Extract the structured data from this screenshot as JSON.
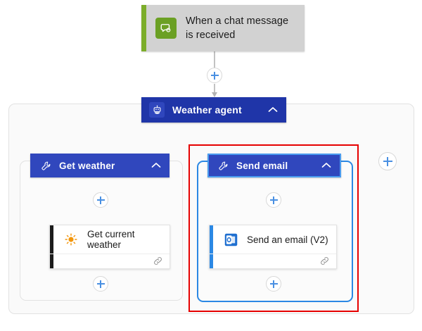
{
  "canvas": {
    "background": "#ffffff",
    "colors": {
      "trigger_accent": "#7cad2a",
      "trigger_card": "#d2d2d2",
      "agent_blue": "#1f35a8",
      "tool_blue": "#3047bd",
      "selection_blue": "#2b88e4",
      "annotation_red": "#e60000",
      "plus_blue": "#4a90e2",
      "sun_orange": "#f2960c",
      "outlook_blue": "#1f6fd0"
    }
  },
  "trigger": {
    "title": "When a chat message is received",
    "icon": "teams-chat-icon",
    "line1": "When a chat message",
    "line2": "is received"
  },
  "agent": {
    "label": "Weather agent",
    "icon": "robot-icon",
    "collapse_icon": "chevron-up-icon"
  },
  "tools": [
    {
      "label": "Get weather",
      "icon": "wrench-icon",
      "collapse_icon": "chevron-up-icon",
      "selected": false,
      "action": {
        "label": "Get current weather",
        "icon": "sun-icon",
        "footer_icon": "connection-link-icon",
        "accent": "#1b1b1b"
      }
    },
    {
      "label": "Send email",
      "icon": "wrench-icon",
      "collapse_icon": "chevron-up-icon",
      "selected": true,
      "action": {
        "label": "Send an email (V2)",
        "icon": "outlook-icon",
        "footer_icon": "connection-link-icon",
        "accent": "#2b88e4"
      }
    }
  ],
  "add_buttons": [
    {
      "name": "add-step-after-trigger",
      "label": "+"
    },
    {
      "name": "add-step-in-get-weather",
      "label": "+"
    },
    {
      "name": "add-step-after-get-current-weather",
      "label": "+"
    },
    {
      "name": "add-step-in-send-email",
      "label": "+"
    },
    {
      "name": "add-step-after-send-an-email",
      "label": "+"
    },
    {
      "name": "add-tool-to-agent",
      "label": "+"
    }
  ]
}
